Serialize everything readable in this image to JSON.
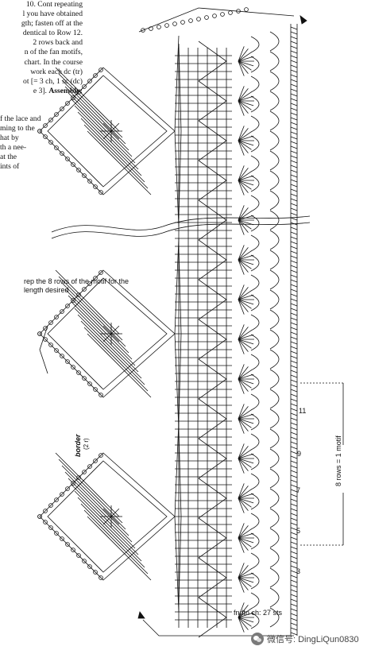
{
  "instructions": {
    "lines_right": [
      "10. Cont repeating",
      "l you have obtained",
      "gth; fasten off at the",
      "dentical to Row 12.",
      "2 rows back and",
      "n of the fan motifs,",
      "chart. In the course",
      "work each dc (tr)",
      "ot [= 3 ch, 1 sc (dc)",
      "e 3]."
    ],
    "assembly": "Assembly:",
    "lines_left": [
      "f the lace and",
      "ming to the",
      "hat by",
      "th a nee-",
      "at the",
      "ints of"
    ]
  },
  "annotations": {
    "repeat_note": "rep the 8 rows of the motif for the length desired",
    "motif_label": "8 rows = 1 motif",
    "border_label": "border",
    "border_sub": "(2 r)",
    "foundation": "fndtn ch: 27 sts",
    "row_numbers": [
      "11",
      "9",
      "7",
      "5",
      "3"
    ]
  },
  "watermark": {
    "text": "微信号: DingLiQun0830",
    "icon": "wechat-icon"
  },
  "colors": {
    "ink": "#111111",
    "paper": "#ffffff"
  }
}
